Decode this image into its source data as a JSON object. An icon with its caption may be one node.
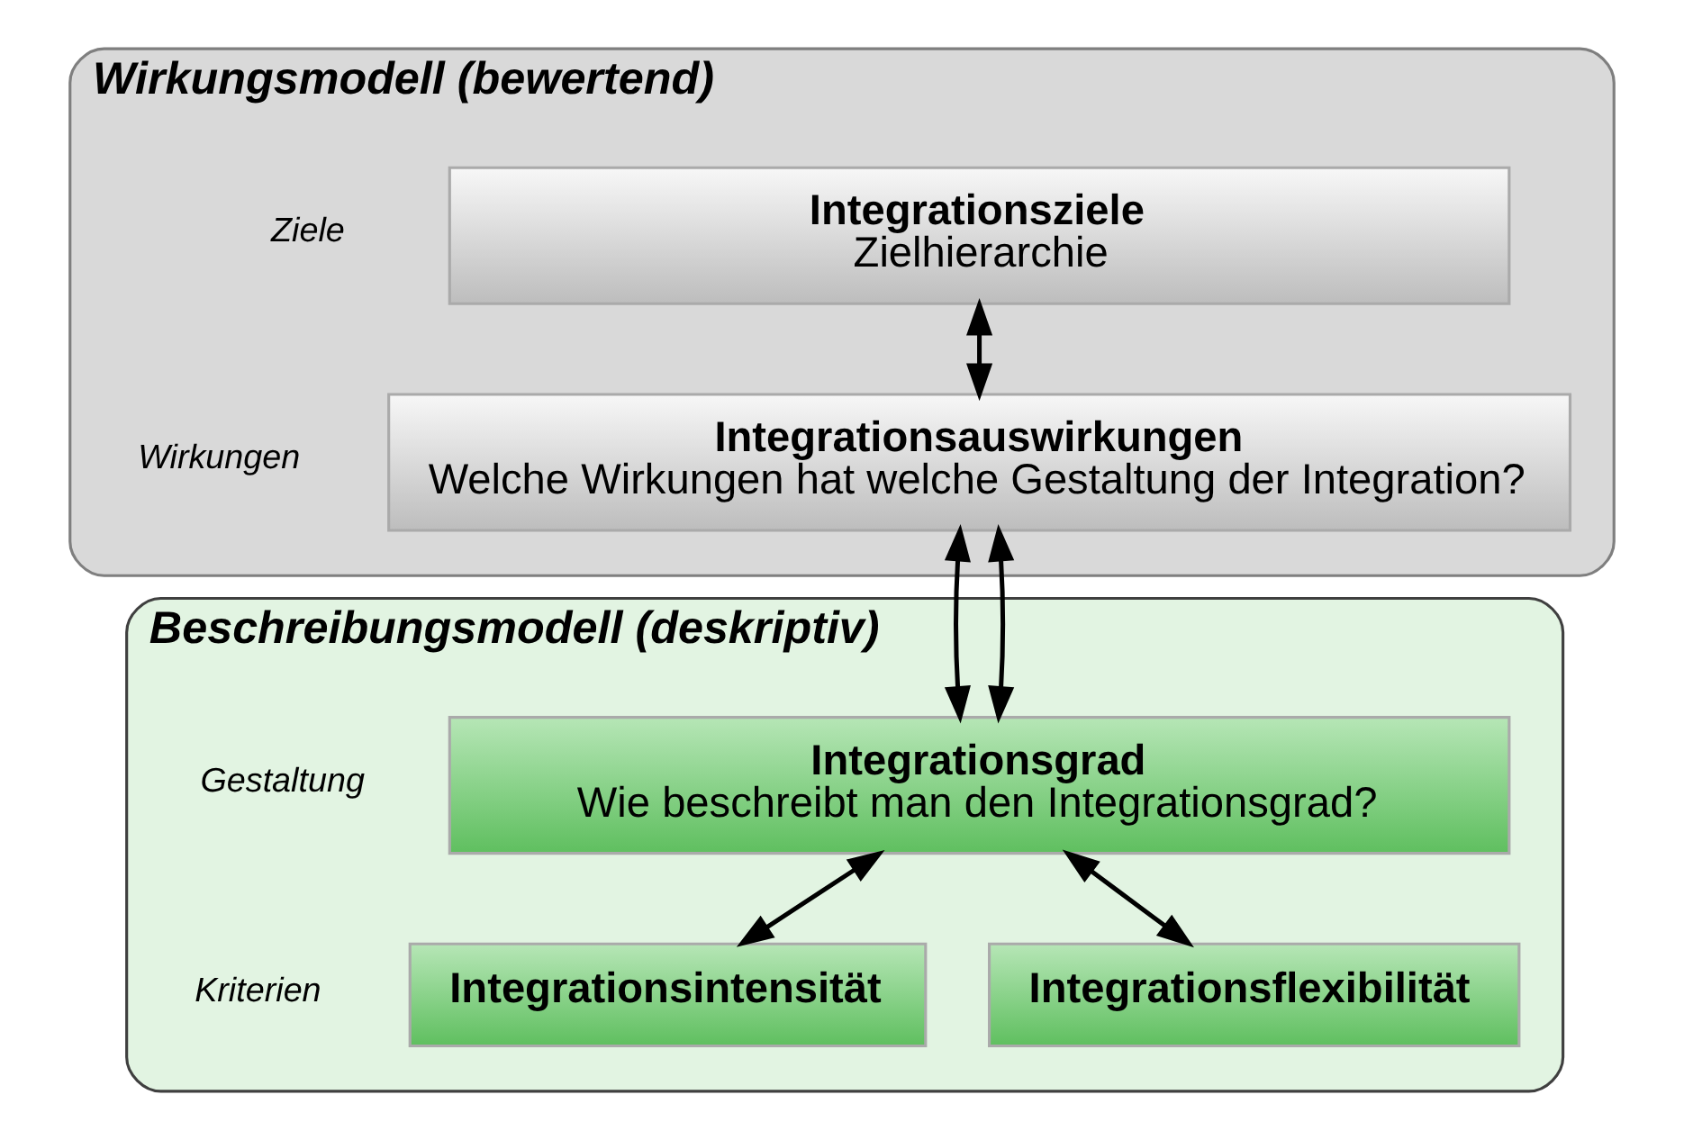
{
  "diagram": {
    "nodes": [
      {
        "text": [
          "Wirkungsmodell (bewertend)"
        ]
      },
      {
        "text": [
          "Integrationsziele",
          "Zielhierarchie"
        ],
        "in": 0,
        "beside": [
          "Ziele"
        ]
      },
      {
        "text": [
          "Integrationsauswirkungen",
          "Welche Wirkungen hat welche Gestaltung der Integration?"
        ],
        "in": 0,
        "beside": [
          "Wirkungen"
        ]
      },
      {
        "text": [
          "Beschreibungsmodell (deskriptiv)"
        ]
      },
      {
        "text": [
          "Integrationsgrad",
          "Wie beschreibt man den Integrationsgrad?"
        ],
        "in": 3,
        "beside": [
          "Gestaltung"
        ]
      },
      {
        "text": [
          "Integrationsintensität"
        ],
        "in": 3,
        "beside": [
          "Kriterien"
        ]
      },
      {
        "text": [
          "Integrationsflexibilität"
        ],
        "in": 3
      }
    ],
    "edges": [
      {
        "from": 1,
        "to": 2,
        "arrow": "both"
      },
      {
        "from": 2,
        "to": 4,
        "arrow": "both"
      },
      {
        "from": 2,
        "to": 4,
        "arrow": "both"
      },
      {
        "from": 4,
        "to": 5,
        "arrow": "both"
      },
      {
        "from": 4,
        "to": 6,
        "arrow": "both"
      }
    ]
  }
}
